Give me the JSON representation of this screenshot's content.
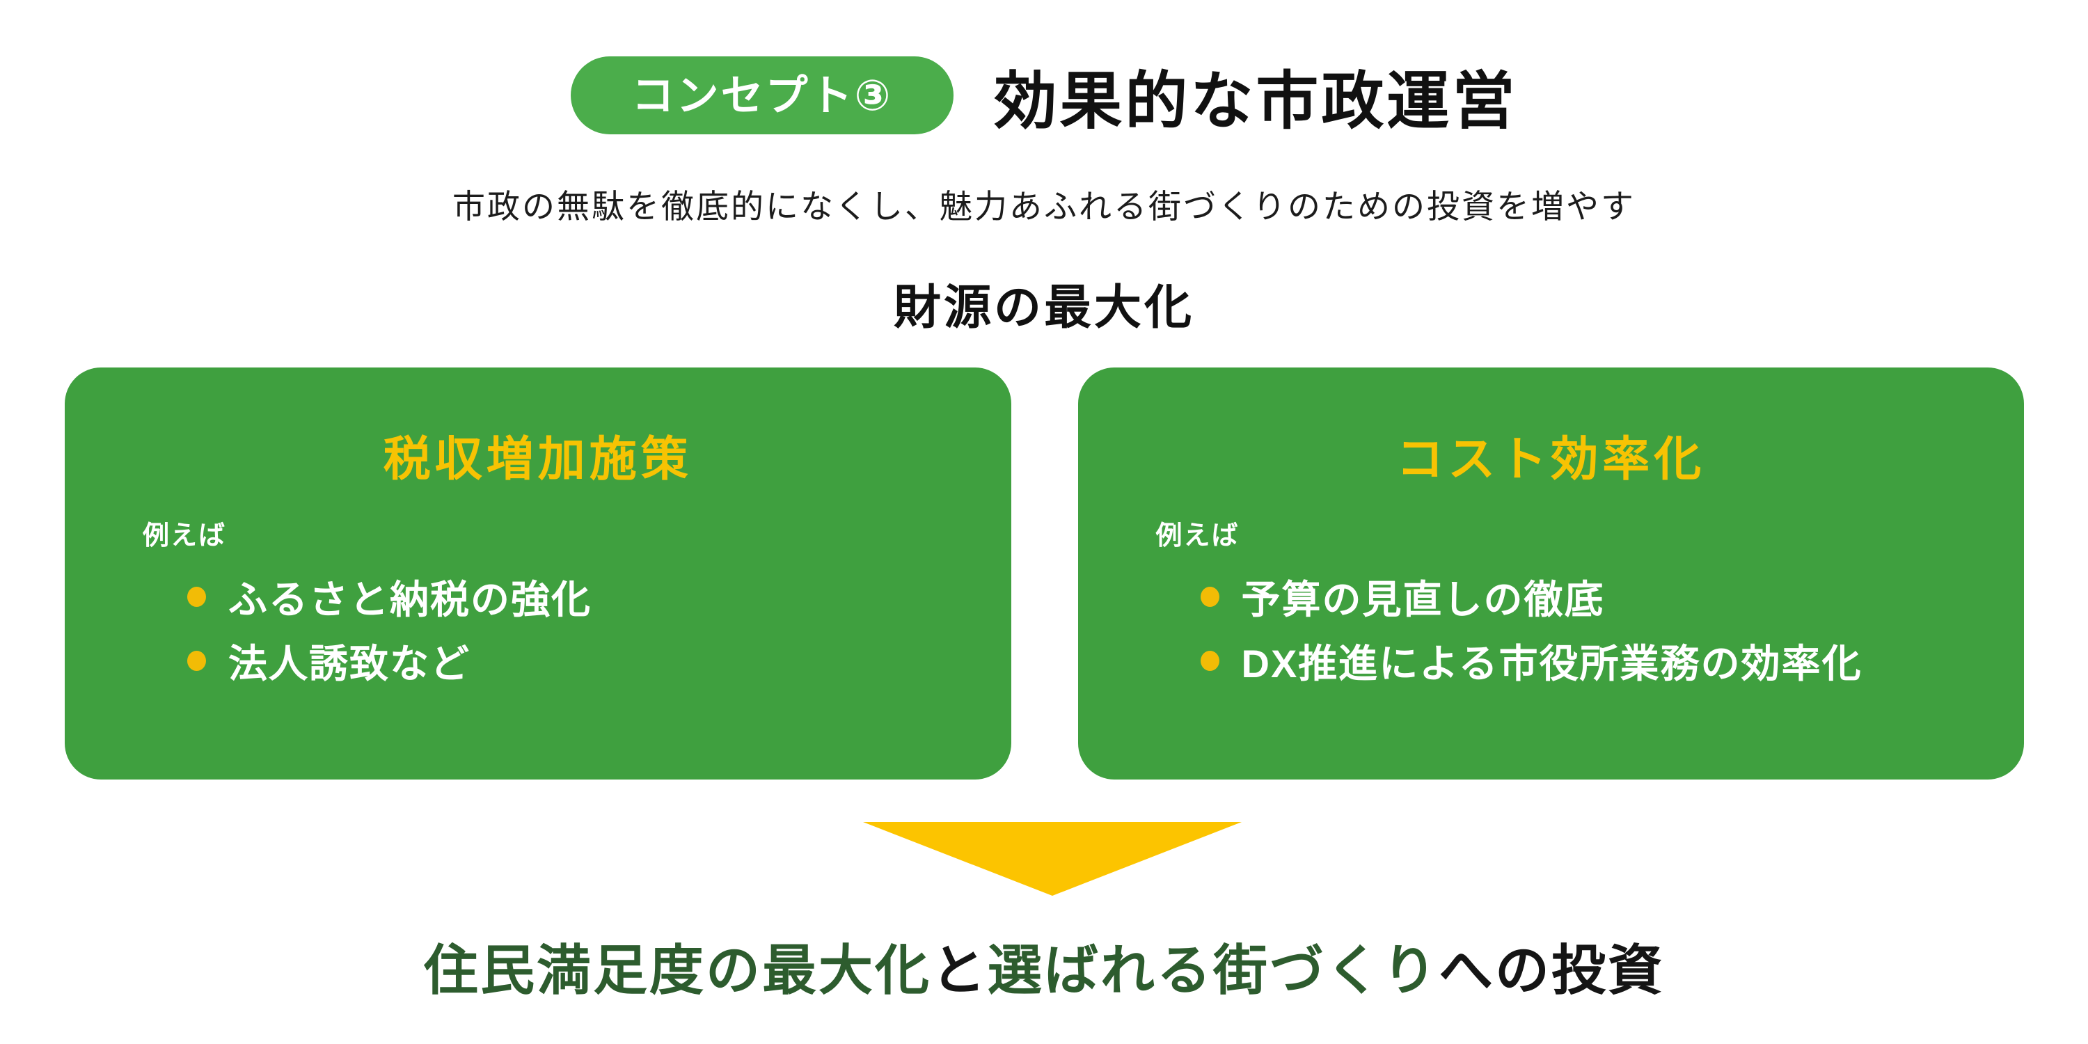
{
  "badge": {
    "label": "コンセプト③"
  },
  "header": {
    "title": "効果的な市政運営"
  },
  "subtitle": "市政の無駄を徹底的になくし、魅力あふれる街づくりのための投資を増やす",
  "section_heading": "財源の最大化",
  "boxes": [
    {
      "title": "税収増加施策",
      "example_label": "例えば",
      "bullets": [
        "ふるさと納税の強化",
        "法人誘致など"
      ]
    },
    {
      "title": "コスト効率化",
      "example_label": "例えば",
      "bullets": [
        "予算の見直しの徹底",
        "DX推進による市役所業務の効率化"
      ]
    }
  ],
  "arrow": {
    "icon": "down-arrow-icon",
    "color": "#FCC400"
  },
  "conclusion": {
    "segments": [
      {
        "text": "住民満足度の最大化",
        "color": "#2D5C2E"
      },
      {
        "text": "と",
        "color": "#151515"
      },
      {
        "text": "選ばれる街づくり",
        "color": "#2D5C2E"
      },
      {
        "text": "への投資",
        "color": "#151515"
      }
    ]
  },
  "colors": {
    "badge_green": "#4BAD4B",
    "box_green": "#3FA03F",
    "accent_yellow": "#F7C303",
    "bullet_dot_yellow": "#F2BC06",
    "arrow_yellow": "#FCC400",
    "dark_green_text": "#2D5C2E",
    "black_text": "#151515"
  }
}
